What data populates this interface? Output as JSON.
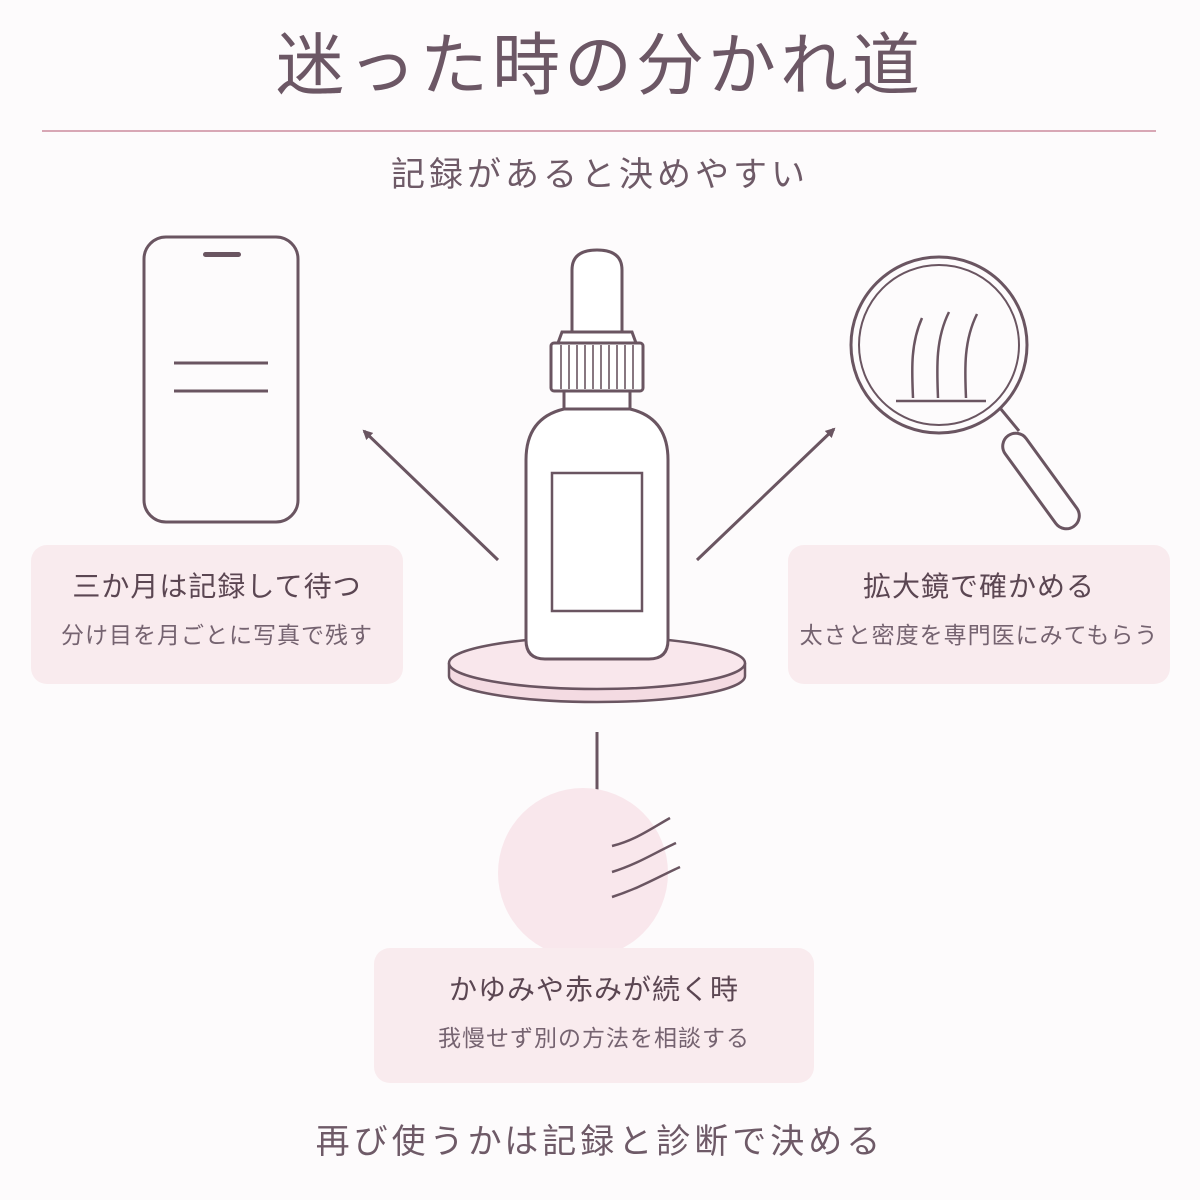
{
  "title": "迷った時の分かれ道",
  "subtitle": "記録があると決めやすい",
  "options": [
    {
      "heading": "三か月は記録して待つ",
      "detail": "分け目を月ごとに写真で残す",
      "icon": "smartphone-icon"
    },
    {
      "heading": "拡大鏡で確かめる",
      "detail": "太さと密度を専門医にみてもらう",
      "icon": "magnifier-icon"
    },
    {
      "heading": "かゆみや赤みが続く時",
      "detail": "我慢せず別の方法を相談する",
      "icon": "irritated-scalp-icon"
    }
  ],
  "footer": "再び使うかは記録と診断で決める",
  "colors": {
    "line": "#6a5561",
    "accent": "#d8a7b5",
    "card": "#f9ebee",
    "pedestal": "#f6dfe6"
  }
}
